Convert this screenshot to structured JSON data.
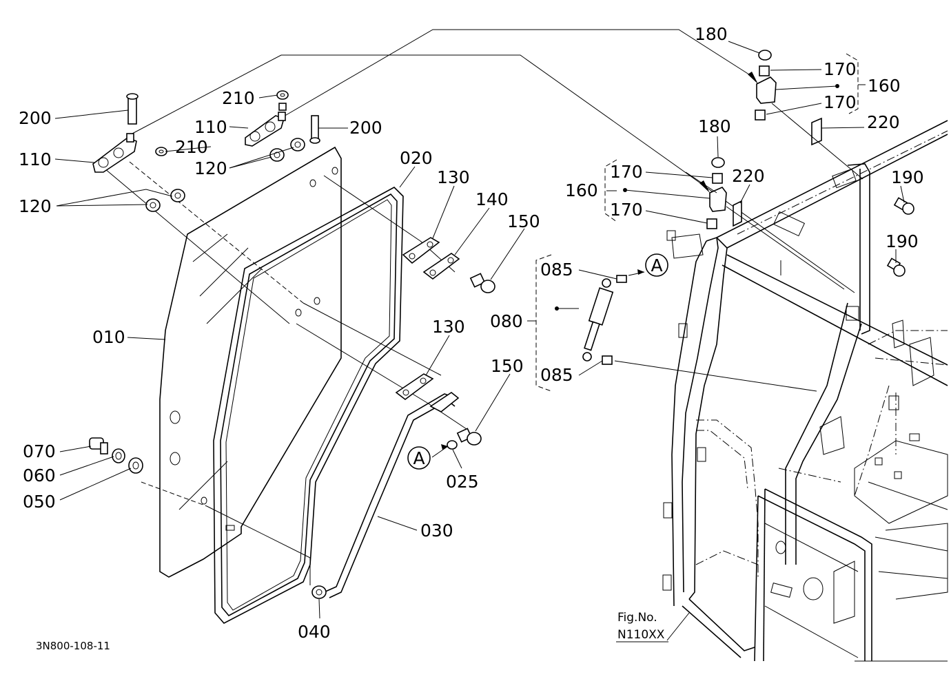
{
  "drawing_code": "3N800-108-11",
  "figure": {
    "caption": "Fig.No.",
    "number": "N110XX"
  },
  "callouts": {
    "c010": "010",
    "c020": "020",
    "c025": "025",
    "c030": "030",
    "c040": "040",
    "c050": "050",
    "c060": "060",
    "c070": "070",
    "c080": "080",
    "c085a": "085",
    "c085b": "085",
    "c110a": "110",
    "c110b": "110",
    "c120a": "120",
    "c120b": "120",
    "c130a": "130",
    "c130b": "130",
    "c140": "140",
    "c150a": "150",
    "c150b": "150",
    "c160a": "160",
    "c160b": "160",
    "c170a": "170",
    "c170b": "170",
    "c170c": "170",
    "c170d": "170",
    "c180a": "180",
    "c180b": "180",
    "c190a": "190",
    "c190b": "190",
    "c200a": "200",
    "c200b": "200",
    "c210a": "210",
    "c210b": "210",
    "c220a": "220",
    "c220b": "220"
  },
  "reference_marks": {
    "ref_a1": "A",
    "ref_a2": "A"
  }
}
